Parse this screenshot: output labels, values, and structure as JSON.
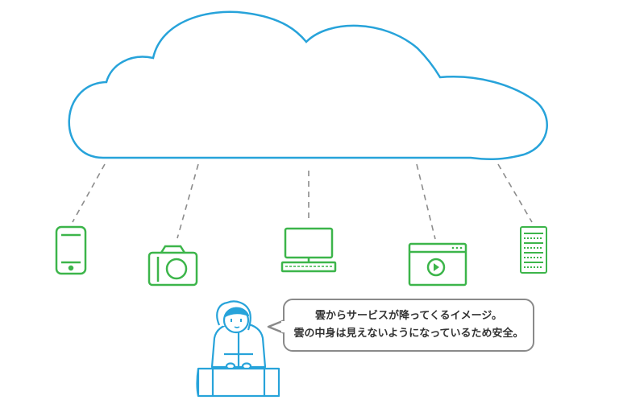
{
  "speech_bubble": {
    "line1": "雲からサービスが降ってくるイメージ。",
    "line2": "雲の中身は見えないようになっているため安全。"
  },
  "colors": {
    "cloud": "#27a3da",
    "device": "#3cb54a",
    "person": "#27a3da",
    "connector": "#8c8c8c",
    "bubble_border": "#8a8a8a",
    "text": "#333333"
  },
  "devices": [
    {
      "id": "smartphone",
      "icon": "smartphone-icon"
    },
    {
      "id": "camera",
      "icon": "camera-icon"
    },
    {
      "id": "computer",
      "icon": "desktop-computer-icon"
    },
    {
      "id": "video",
      "icon": "video-player-icon"
    },
    {
      "id": "server",
      "icon": "server-icon"
    }
  ]
}
